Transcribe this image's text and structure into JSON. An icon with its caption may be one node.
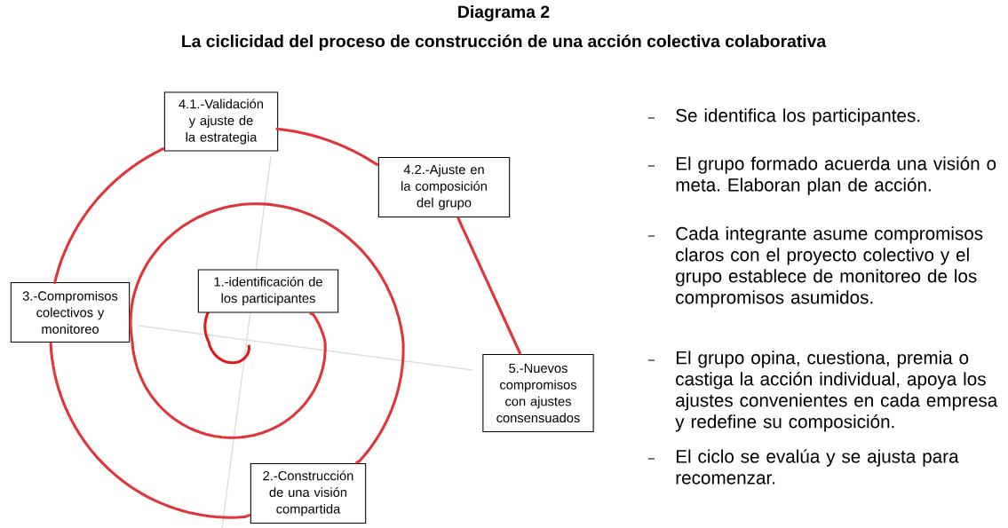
{
  "diagram": {
    "title": "Diagrama 2",
    "nodes": [
      {
        "text": [
          "4.1.-Validación y ajuste de la estrategia"
        ]
      },
      {
        "text": [
          "4.2.-Ajuste en la composición del grupo"
        ]
      },
      {
        "text": [
          "1.-identificación de los participantes"
        ]
      },
      {
        "text": [
          "3.-Compromisos colectivos y monitoreo"
        ]
      },
      {
        "text": [
          "5.-Nuevos compromisos con ajustes consensuados"
        ]
      },
      {
        "text": [
          "2.-Construcción de una visión compartida"
        ]
      }
    ],
    "edges": [
      {
        "from": 2,
        "to": 5,
        "arrow": "none"
      },
      {
        "from": 5,
        "to": 3,
        "arrow": "none"
      },
      {
        "from": 3,
        "to": 0,
        "arrow": "none"
      },
      {
        "from": 0,
        "to": 1,
        "arrow": "none"
      },
      {
        "from": 1,
        "to": 4,
        "arrow": "none"
      }
    ],
    "labels": [
      "La ciclicidad del proceso de construcción de una acción colectiva colaborativa",
      "Se identifica los participantes.",
      "El grupo formado acuerda una visión o meta. Elaboran plan de acción.",
      "Cada integrante asume compromisos claros con el proyecto colectivo y el grupo establece de monitoreo de los compromisos asumidos.",
      "El grupo opina, cuestiona, premia o castiga la acción individual, apoya los ajustes convenientes en cada empresa y redefine su composición.",
      "El ciclo se evalúa y se ajusta para recomenzar."
    ]
  }
}
